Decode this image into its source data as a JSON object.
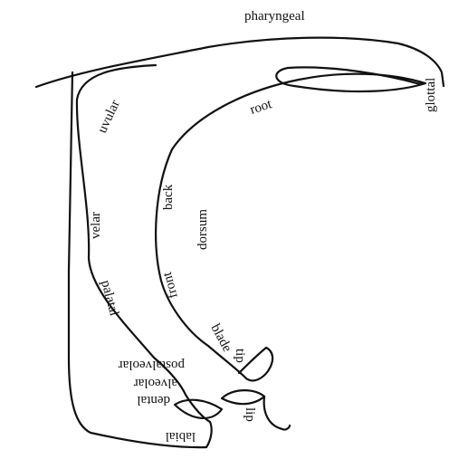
{
  "labels": {
    "pharyngeal": "pharyngeal",
    "glottal": "glottal",
    "root": "root",
    "uvular": "uvular",
    "velar": "velar",
    "back": "back",
    "dorsum": "dorsum",
    "front": "front",
    "palatal": "palatal",
    "blade": "blade",
    "tip": "tip",
    "postalveolar": "postalveolar",
    "alveolar": "alveolar",
    "dental": "dental",
    "labial": "labial",
    "lip": "lip"
  },
  "colors": {
    "stroke": "#111111",
    "background": "#ffffff"
  }
}
